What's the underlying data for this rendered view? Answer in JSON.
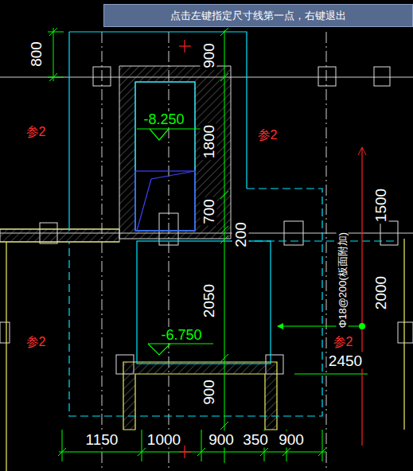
{
  "diagram": {
    "nodes": [
      {
        "text": [
          "点击左键指定尺寸线第一点，右键退出"
        ]
      }
    ],
    "labels": [
      "800",
      "900",
      "1800",
      "700",
      "200",
      "2050",
      "900",
      "-8.250",
      "-6.750",
      "1500",
      "2000",
      "Φ18@200(板面附加)",
      "2450",
      "参2",
      "参2",
      "参2",
      "参2",
      "1150",
      "1000",
      "900",
      "350",
      "900"
    ]
  }
}
